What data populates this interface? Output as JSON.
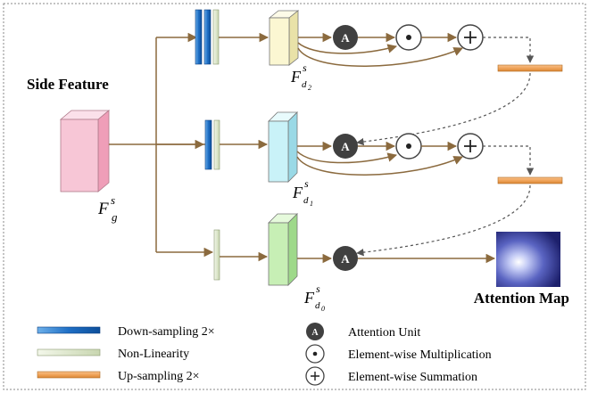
{
  "title": "Side Feature",
  "output_label": "Attention Map",
  "symbols": {
    "attention": "A",
    "multiply": "⊙",
    "summation": "+"
  },
  "feature_labels": {
    "side": {
      "base": "F",
      "sup": "s",
      "sub": "g"
    },
    "d2": {
      "base": "F",
      "sup": "s",
      "sub": "d",
      "subsub": "2"
    },
    "d1": {
      "base": "F",
      "sup": "s",
      "sub": "d",
      "subsub": "1"
    },
    "d0": {
      "base": "F",
      "sup": "s",
      "sub": "d",
      "subsub": "0"
    }
  },
  "legend": [
    {
      "id": "downsampling",
      "label": "Down-sampling 2×",
      "color": "#1f6fc5"
    },
    {
      "id": "nonlinearity",
      "label": "Non-Linearity",
      "color": "#dfe8cc"
    },
    {
      "id": "upsampling",
      "label": "Up-sampling 2×",
      "color": "#f0a45a"
    },
    {
      "id": "attention-unit",
      "label": "Attention Unit",
      "symbol": "A"
    },
    {
      "id": "multiplication",
      "label": "Element-wise Multiplication",
      "symbol": "⊙"
    },
    {
      "id": "summation",
      "label": "Element-wise Summation",
      "symbol": "+"
    }
  ],
  "colors": {
    "arrow": "#8b6a3e",
    "side_cube": "#f7c6d6",
    "d2_cube": "#fbf7d2",
    "d1_cube": "#c9f2f8",
    "d0_cube": "#c7efb5",
    "attention_circle": "#404040",
    "dashed": "#555555"
  }
}
